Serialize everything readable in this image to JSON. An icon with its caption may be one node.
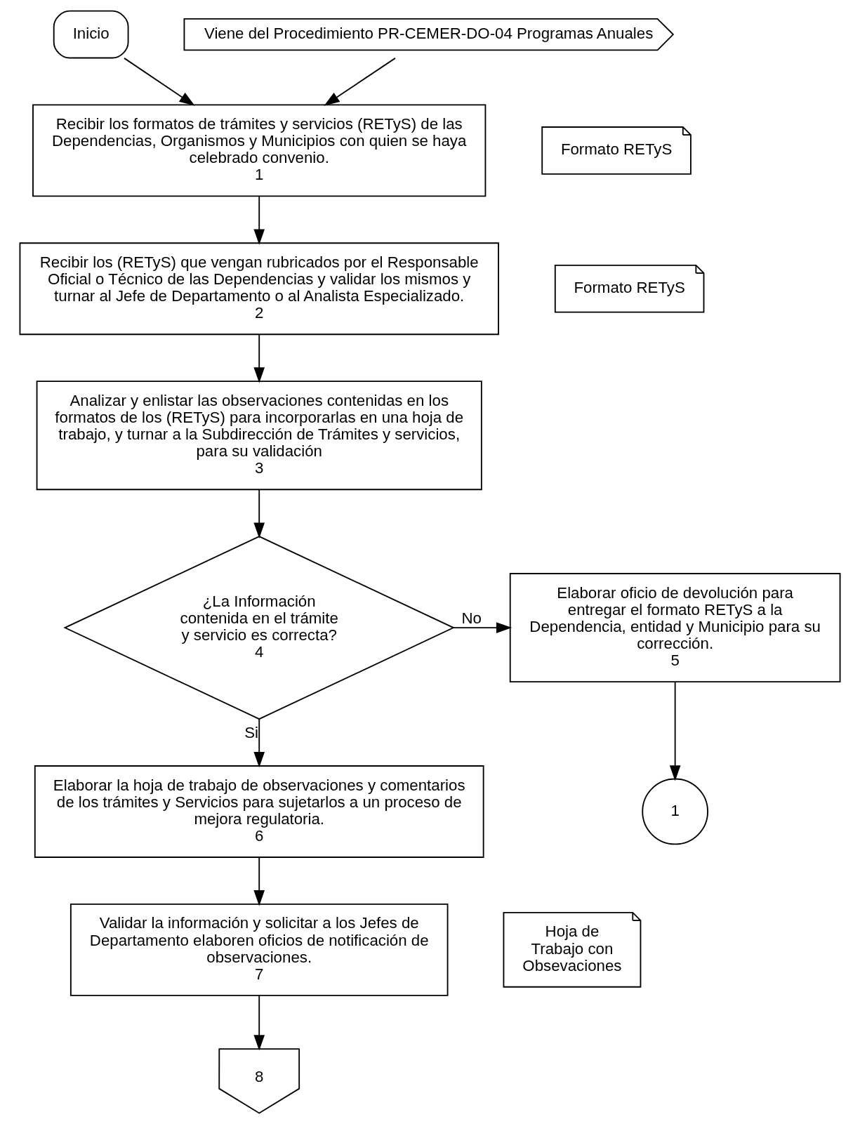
{
  "diagram": {
    "nodes": [
      {
        "text": [
          "Inicio"
        ]
      },
      {
        "text": [
          "Viene del Procedimiento PR-CEMER-DO-04 Programas Anuales"
        ]
      },
      {
        "text": [
          "Recibir los formatos de trámites y servicios (RETyS) de las Dependencias, Organismos y Municipios con quien se haya celebrado convenio.",
          "1"
        ]
      },
      {
        "text": [
          "Formato RETyS"
        ]
      },
      {
        "text": [
          "Recibir los (RETyS) que vengan rubricados por el Responsable Oficial o Técnico de las Dependencias y validar los mismos y turnar al Jefe de Departamento o al Analista Especializado.",
          "2"
        ]
      },
      {
        "text": [
          "Formato RETyS"
        ]
      },
      {
        "text": [
          "Analizar y enlistar las observaciones contenidas en los formatos de los (RETyS) para incorporarlas en una hoja de trabajo, y turnar a la Subdirección de Trámites y servicios, para su validación",
          "3"
        ]
      },
      {
        "text": [
          "¿La Información contenida en el trámite y servicio es correcta?",
          "4"
        ]
      },
      {
        "text": [
          "Elaborar oficio de devolución para entregar el formato RETyS a la Dependencia, entidad y Municipio para su corrección.",
          "5"
        ]
      },
      {
        "text": [
          "1"
        ]
      },
      {
        "text": [
          "Elaborar la hoja de trabajo de observaciones y comentarios de los trámites y Servicios para sujetarlos a un proceso de mejora regulatoria.",
          "6"
        ]
      },
      {
        "text": [
          "Validar la información y solicitar a los Jefes de Departamento elaboren oficios de notificación de observaciones.",
          "7"
        ]
      },
      {
        "text": [
          "Hoja de Trabajo con Obsevaciones"
        ]
      },
      {
        "text": [
          "8"
        ]
      }
    ],
    "edges": [
      {
        "from": 0,
        "to": 2,
        "arrow": "to"
      },
      {
        "from": 1,
        "to": 2,
        "arrow": "to"
      },
      {
        "from": 2,
        "to": 4,
        "arrow": "to"
      },
      {
        "from": 4,
        "to": 6,
        "arrow": "to"
      },
      {
        "from": 6,
        "to": 7,
        "arrow": "to"
      },
      {
        "from": 7,
        "to": 8,
        "arrow": "to",
        "label": "No"
      },
      {
        "from": 7,
        "to": 10,
        "arrow": "to",
        "label": "Si"
      },
      {
        "from": 8,
        "to": 9,
        "arrow": "to"
      },
      {
        "from": 10,
        "to": 11,
        "arrow": "to"
      },
      {
        "from": 11,
        "to": 13,
        "arrow": "to"
      }
    ]
  }
}
